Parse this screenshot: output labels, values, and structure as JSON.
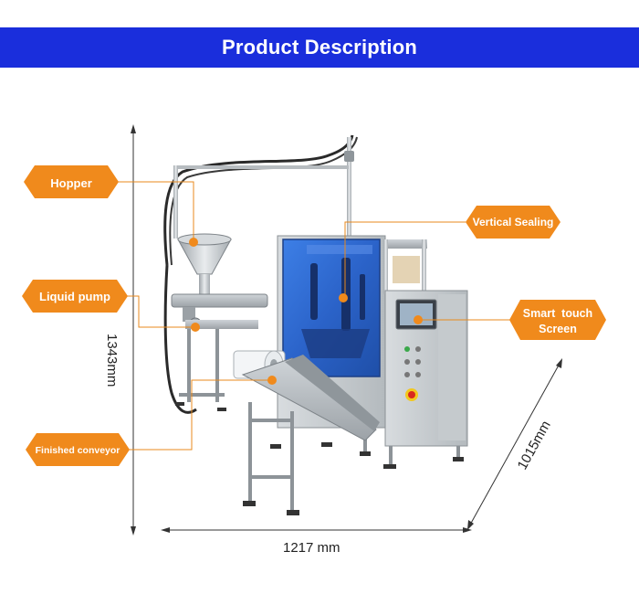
{
  "header": {
    "title": "Product Description"
  },
  "callouts": {
    "hopper": "Hopper",
    "liquid_pump": "Liquid pump",
    "finished_conveyor": "Finished conveyor",
    "vertical_sealing": "Vertical Sealing",
    "smart_touch_line1": "Smart  touch",
    "smart_touch_line2": "Screen"
  },
  "dimensions": {
    "height": "1343mm",
    "width": "1217 mm",
    "depth": "1015mm"
  },
  "colors": {
    "header_bg": "#1a2edc",
    "callout_orange": "#f08a1c",
    "leader_line": "#e8891c",
    "panel_blue": "#2f6fd6"
  }
}
